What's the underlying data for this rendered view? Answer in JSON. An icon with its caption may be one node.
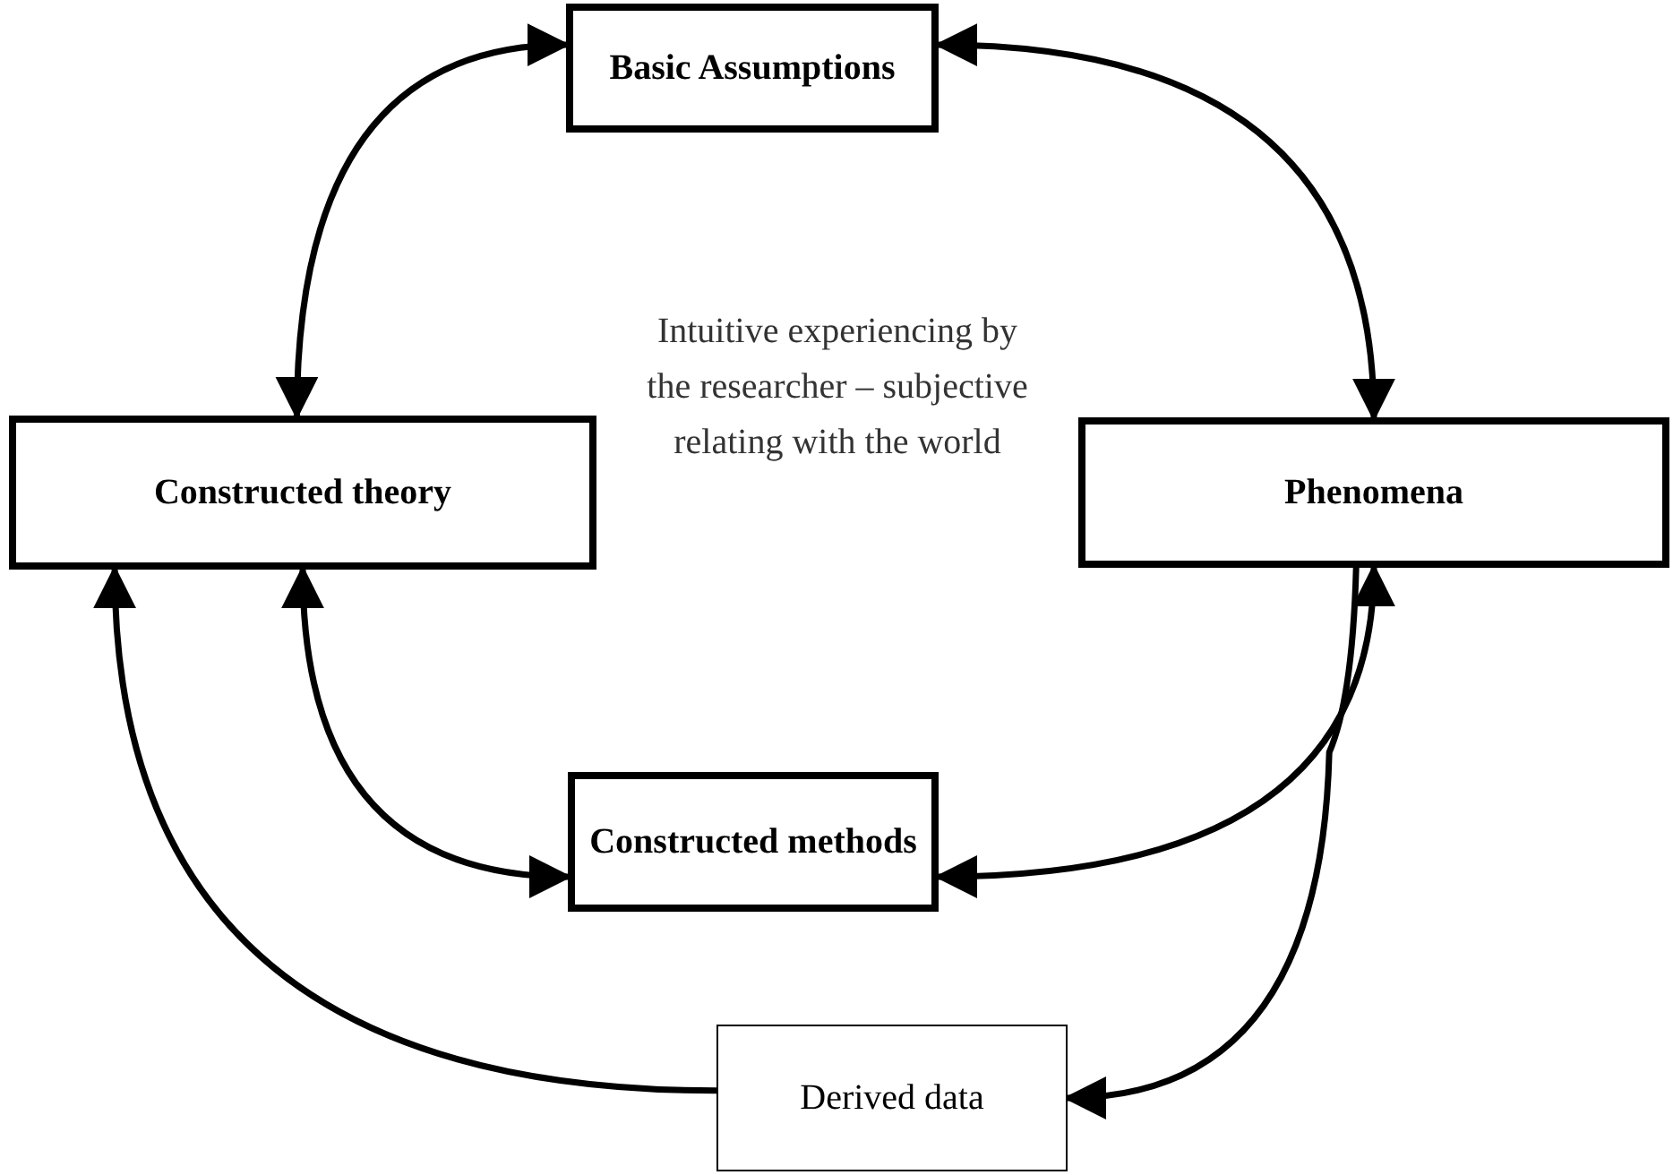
{
  "diagram": {
    "nodes": [
      {
        "text": [
          "Basic Assumptions"
        ]
      },
      {
        "text": [
          "Constructed theory"
        ]
      },
      {
        "text": [
          "Phenomena"
        ]
      },
      {
        "text": [
          "Constructed methods"
        ]
      },
      {
        "text": [
          "Derived data"
        ]
      }
    ],
    "edges": [
      {
        "from": 0,
        "to": 1,
        "arrow": "both"
      },
      {
        "from": 0,
        "to": 2,
        "arrow": "both"
      },
      {
        "from": 1,
        "to": 3,
        "arrow": "both"
      },
      {
        "from": 2,
        "to": 3,
        "arrow": "both"
      },
      {
        "from": 4,
        "to": 1,
        "arrow": "to"
      },
      {
        "from": 2,
        "to": 4,
        "arrow": "to"
      }
    ],
    "labels": [
      "Intuitive experiencing by the researcher – subjective relating with the world"
    ]
  }
}
